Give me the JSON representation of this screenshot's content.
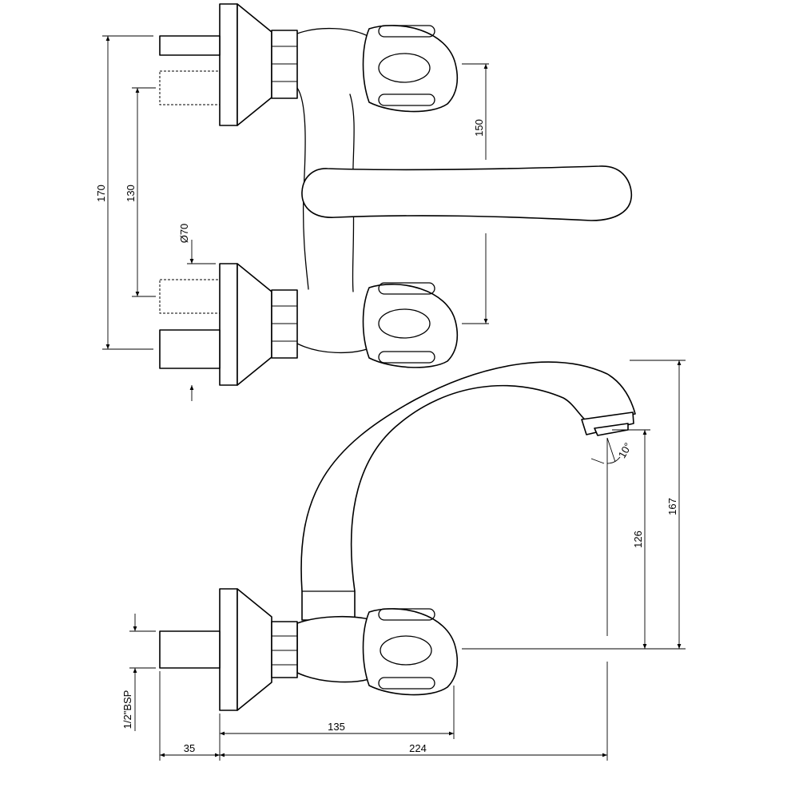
{
  "dimensions": {
    "d170": "170",
    "d130": "130",
    "d150": "150",
    "d70": "Ø70",
    "d167": "167",
    "d126": "126",
    "d10": "10°",
    "dbsp": "1/2\"BSP",
    "d35": "35",
    "d135": "135",
    "d224": "224"
  },
  "colors": {
    "line": "#000000",
    "background": "#ffffff"
  }
}
